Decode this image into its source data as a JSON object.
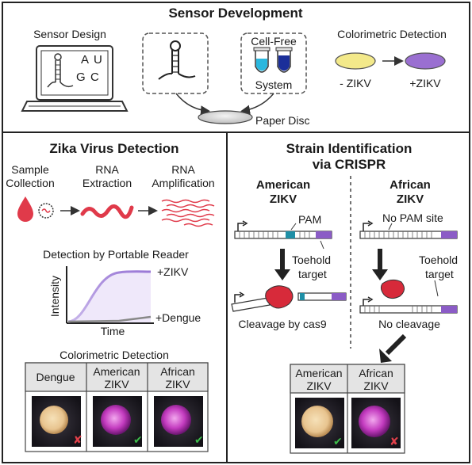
{
  "top": {
    "title": "Sensor Development",
    "sensor_design": "Sensor Design",
    "screen_letters": [
      "A",
      "U",
      "G",
      "C"
    ],
    "cell_free_line1": "Cell-Free",
    "cell_free_line2": "System",
    "colorimetric": "Colorimetric Detection",
    "neg_label": "- ZIKV",
    "pos_label": "+ZIKV",
    "paper_disc": "Paper Disc"
  },
  "left": {
    "title": "Zika Virus Detection",
    "step1_line1": "Sample",
    "step1_line2": "Collection",
    "step2_line1": "RNA",
    "step2_line2": "Extraction",
    "step3_line1": "RNA",
    "step3_line2": "Amplification",
    "reader_title": "Detection by Portable Reader",
    "y_axis": "Intensity",
    "x_axis": "Time",
    "curve_zikv": "+ZIKV",
    "curve_dengue": "+Dengue",
    "color_title": "Colorimetric Detection",
    "cols": [
      {
        "line1": "Dengue",
        "line2": "",
        "mark": "✘"
      },
      {
        "line1": "American",
        "line2": "ZIKV",
        "mark": "✔"
      },
      {
        "line1": "African",
        "line2": "ZIKV",
        "mark": "✔"
      }
    ]
  },
  "right": {
    "title_line1": "Strain Identification",
    "title_line2": "via CRISPR",
    "american_line1": "American",
    "american_line2": "ZIKV",
    "african_line1": "African",
    "african_line2": "ZIKV",
    "pam": "PAM",
    "no_pam": "No PAM site",
    "toehold_line1": "Toehold",
    "toehold_line2": "target",
    "cleavage": "Cleavage by cas9",
    "no_cleavage": "No cleavage",
    "cols": [
      {
        "line1": "American",
        "line2": "ZIKV",
        "mark": "✔"
      },
      {
        "line1": "African",
        "line2": "ZIKV",
        "mark": "✘"
      }
    ]
  },
  "colors": {
    "yellow_disc": "#f3e98a",
    "purple_disc": "#9a6fd1",
    "rna_red": "#e03a4a",
    "pam_teal": "#1f8fa6",
    "toehold_purple": "#8b5cc6",
    "cas9_red": "#d72a3a",
    "check_green": "#3dbb4a",
    "cross_red": "#e0404a",
    "curve_purple": "#a98ad8"
  }
}
